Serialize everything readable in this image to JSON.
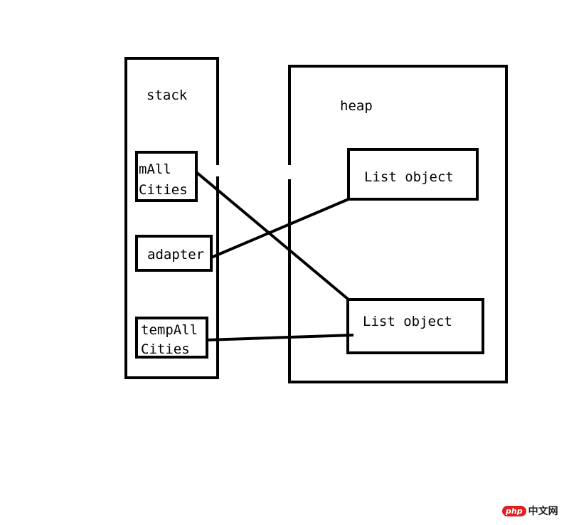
{
  "stack": {
    "label": "stack",
    "vars": [
      {
        "line1": "mAll",
        "line2": "Cities"
      },
      {
        "line1": "adapter"
      },
      {
        "line1": "tempAll",
        "line2": "Cities"
      }
    ]
  },
  "heap": {
    "label": "heap",
    "objects": [
      {
        "label": "List object"
      },
      {
        "label": "List object"
      }
    ]
  },
  "watermark": {
    "brand": "php",
    "site": "中文网"
  }
}
